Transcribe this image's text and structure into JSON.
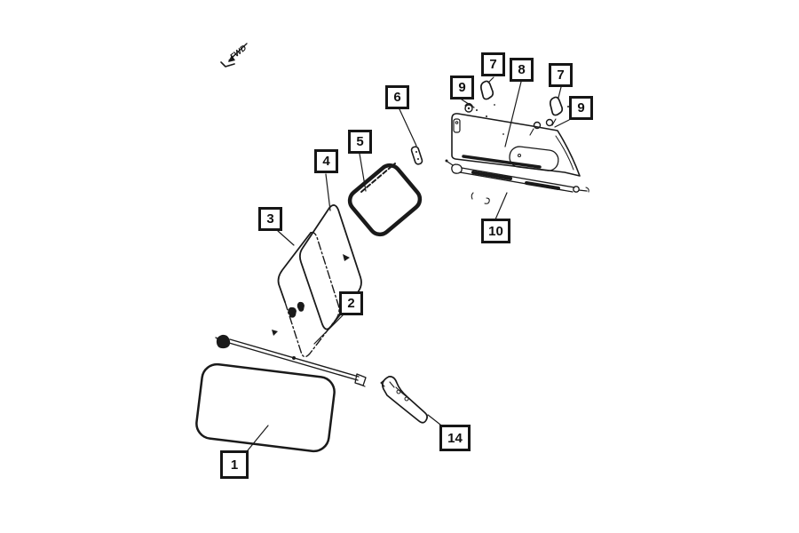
{
  "diagram": {
    "fwd_label": "FWD",
    "line_color": "#1a1a1a",
    "background_color": "#ffffff",
    "callouts": [
      {
        "label": "1"
      },
      {
        "label": "2"
      },
      {
        "label": "3"
      },
      {
        "label": "4"
      },
      {
        "label": "5"
      },
      {
        "label": "6"
      },
      {
        "label": "7"
      },
      {
        "label": "7"
      },
      {
        "label": "8"
      },
      {
        "label": "9"
      },
      {
        "label": "9"
      },
      {
        "label": "10"
      },
      {
        "label": "14"
      }
    ]
  }
}
